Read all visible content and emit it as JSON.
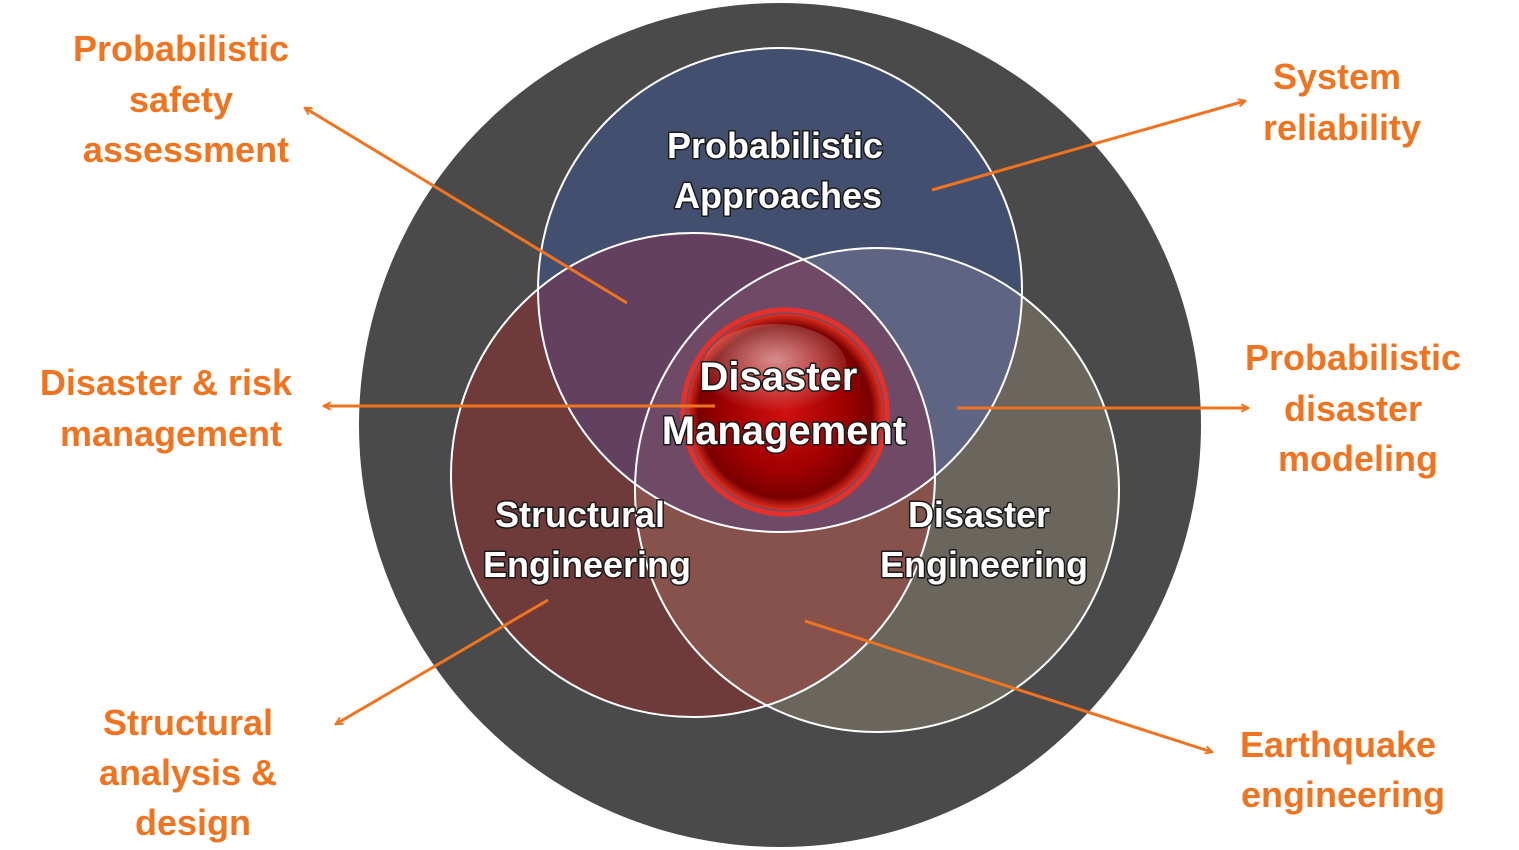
{
  "colors": {
    "outer_disc": "#4a4a4a",
    "circle_probabilistic": "#434f6e",
    "circle_structural": "#6e3a3a",
    "circle_disaster_eng": "#6a665e",
    "overlap_prob_struct": "#634060",
    "overlap_prob_dis": "#5e6482",
    "overlap_struct_dis": "#87524c",
    "overlap_all": "#6f4a66",
    "center_red": "#b00000",
    "label_orange": "#f07320"
  },
  "circles": {
    "probabilistic": {
      "line1": "Probabilistic",
      "line2": "Approaches"
    },
    "structural": {
      "line1": "Structural",
      "line2": "Engineering"
    },
    "disaster_eng": {
      "line1": "Disaster",
      "line2": "Engineering"
    },
    "center": {
      "line1": "Disaster",
      "line2": "Management"
    }
  },
  "outer_labels": {
    "prob_safety": {
      "line1": "Probabilistic",
      "line2": "safety",
      "line3": "assessment"
    },
    "system_reliability": {
      "line1": "System",
      "line2": "reliability"
    },
    "disaster_risk": {
      "line1": "Disaster & risk",
      "line2": "management"
    },
    "prob_disaster_modeling": {
      "line1": "Probabilistic",
      "line2": "disaster",
      "line3": "modeling"
    },
    "structural_analysis": {
      "line1": "Structural",
      "line2": "analysis &",
      "line3": "design"
    },
    "earthquake": {
      "line1": "Earthquake",
      "line2": "engineering"
    }
  }
}
